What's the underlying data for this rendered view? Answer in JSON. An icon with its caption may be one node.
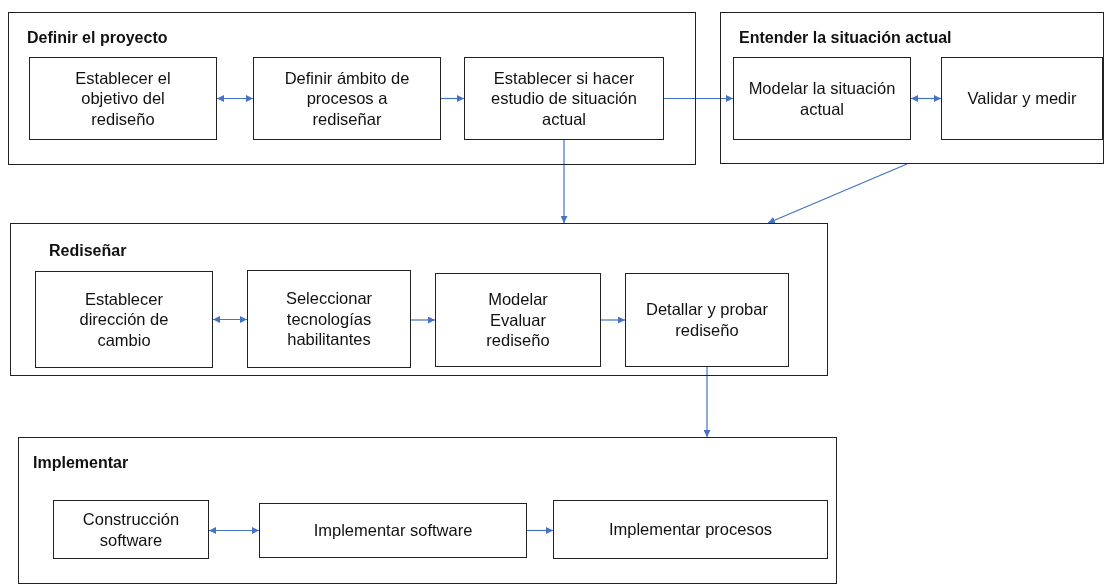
{
  "diagram": {
    "nodes": [
      {
        "text": [
          "Definir el proyecto"
        ]
      },
      {
        "text": [
          "Establecer el objetivo del rediseño"
        ],
        "in": 0
      },
      {
        "text": [
          "Definir ámbito de procesos a rediseñar"
        ],
        "in": 0
      },
      {
        "text": [
          "Establecer si hacer estudio de situación actual"
        ],
        "in": 0
      },
      {
        "text": [
          "Entender la situación actual"
        ]
      },
      {
        "text": [
          "Modelar la situación actual"
        ],
        "in": 4
      },
      {
        "text": [
          "Validar y medir"
        ],
        "in": 4
      },
      {
        "text": [
          "Rediseñar"
        ]
      },
      {
        "text": [
          "Establecer dirección de cambio"
        ],
        "in": 7
      },
      {
        "text": [
          "Seleccionar tecnologías habilitantes"
        ],
        "in": 7
      },
      {
        "text": [
          "Modelar Evaluar rediseño"
        ],
        "in": 7
      },
      {
        "text": [
          "Detallar y probar rediseño"
        ],
        "in": 7
      },
      {
        "text": [
          "Implementar"
        ]
      },
      {
        "text": [
          "Construcción software"
        ],
        "in": 12
      },
      {
        "text": [
          "Implementar software"
        ],
        "in": 12
      },
      {
        "text": [
          "Implementar procesos"
        ],
        "in": 12
      }
    ],
    "edges": [
      {
        "from": 1,
        "to": 2,
        "arrow": "both"
      },
      {
        "from": 2,
        "to": 3,
        "arrow": "to"
      },
      {
        "from": 3,
        "to": 5,
        "arrow": "to"
      },
      {
        "from": 5,
        "to": 6,
        "arrow": "both"
      },
      {
        "from": 3,
        "to": 7,
        "arrow": "to"
      },
      {
        "from": 4,
        "to": 7,
        "arrow": "to"
      },
      {
        "from": 8,
        "to": 9,
        "arrow": "both"
      },
      {
        "from": 9,
        "to": 10,
        "arrow": "to"
      },
      {
        "from": 10,
        "to": 11,
        "arrow": "to"
      },
      {
        "from": 11,
        "to": 12,
        "arrow": "to"
      },
      {
        "from": 13,
        "to": 14,
        "arrow": "both"
      },
      {
        "from": 14,
        "to": 15,
        "arrow": "to"
      }
    ]
  }
}
